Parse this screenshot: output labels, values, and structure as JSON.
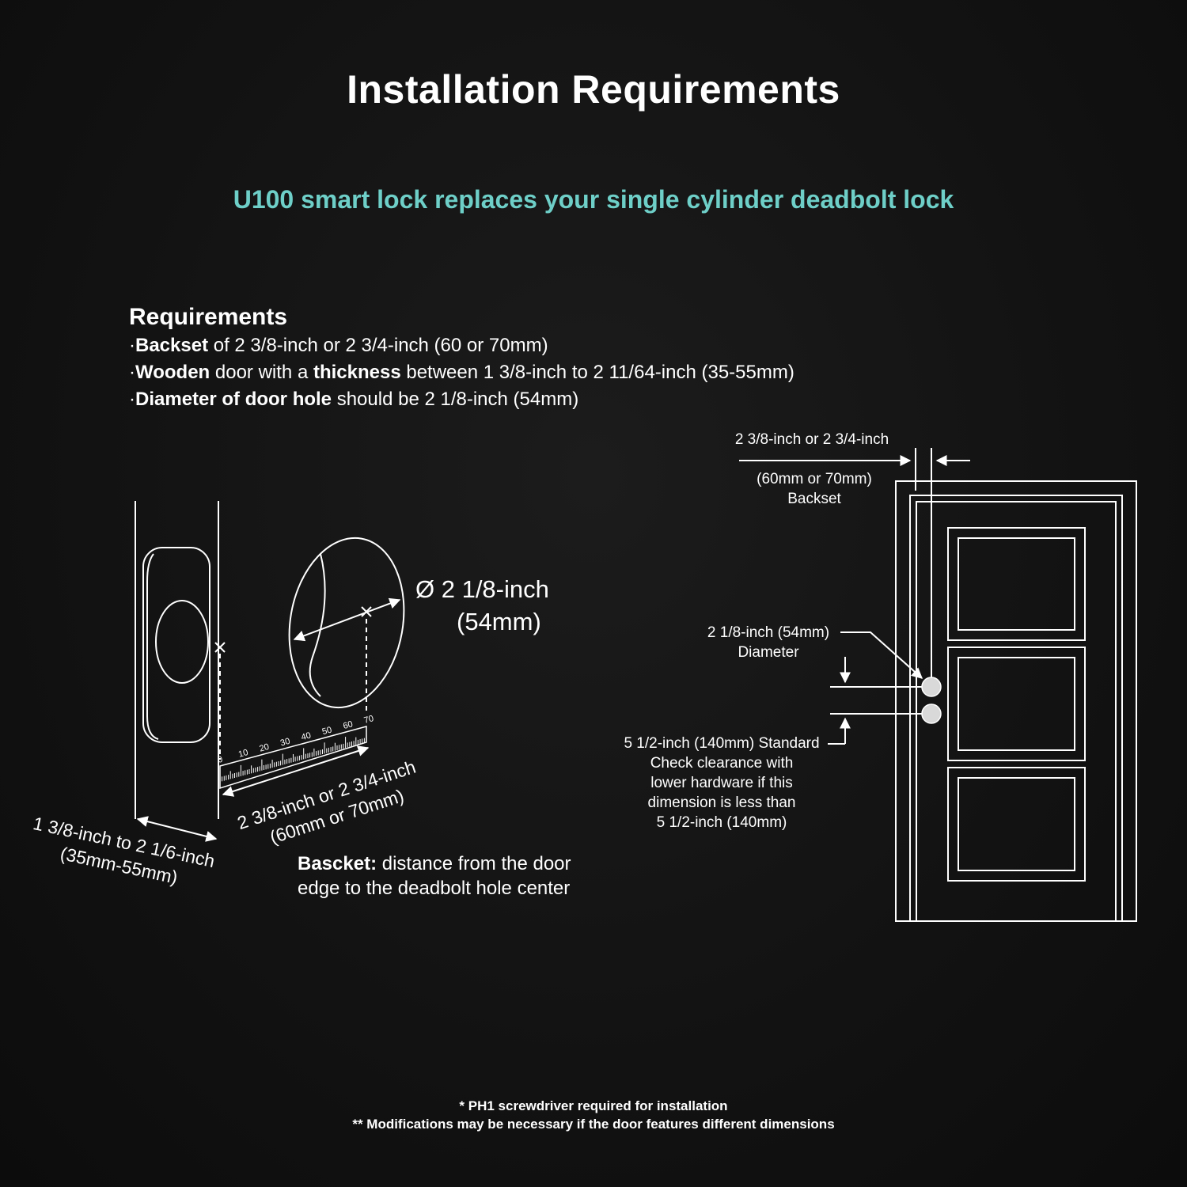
{
  "title": "Installation Requirements",
  "subtitle": "U100 smart lock replaces your single cylinder deadbolt lock",
  "colors": {
    "accent": "#6ecfc8",
    "background": "#131313",
    "line": "#ffffff"
  },
  "requirements": {
    "heading": "Requirements",
    "bullet": "·",
    "items": [
      {
        "bold": "Backset",
        "rest": " of 2 3/8-inch or 2 3/4-inch (60 or 70mm)"
      },
      {
        "bold": "Wooden",
        "mid": " door with a ",
        "bold2": "thickness",
        "rest": " between 1 3/8-inch to 2 11/64-inch (35-55mm)"
      },
      {
        "bold": "Diameter of door hole",
        "rest": " should be 2 1/8-inch (54mm)"
      }
    ]
  },
  "left_diagram": {
    "hole_diameter_line1": "Ø 2 1/8-inch",
    "hole_diameter_line2": "(54mm)",
    "backset_line1": "2 3/8-inch or 2 3/4-inch",
    "backset_line2": "(60mm or 70mm)",
    "thickness_line1": "1 3/8-inch to 2 1/6-inch",
    "thickness_line2": "(35mm-55mm)",
    "ruler_ticks": [
      "0",
      "10",
      "20",
      "30",
      "40",
      "50",
      "60",
      "70"
    ],
    "caption_bold": "Bascket:",
    "caption_line1": " distance from the door",
    "caption_line2": "edge to the deadbolt hole center"
  },
  "right_diagram": {
    "backset_line1": "2 3/8-inch or 2 3/4-inch",
    "backset_line2": "(60mm or 70mm)",
    "backset_line3": "Backset",
    "diameter_line1": "2 1/8-inch (54mm)",
    "diameter_line2": "Diameter",
    "standard_lines": [
      "5 1/2-inch (140mm) Standard",
      "Check clearance with",
      "lower hardware if this",
      "dimension is less than",
      "5 1/2-inch (140mm)"
    ]
  },
  "footnotes": {
    "line1": "* PH1 screwdriver required for installation",
    "line2": "** Modifications may be necessary if the door features different dimensions"
  }
}
